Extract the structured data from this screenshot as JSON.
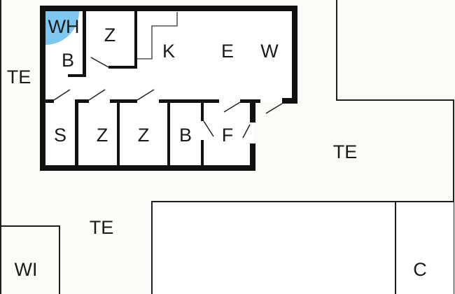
{
  "plan": {
    "rooms": [
      {
        "id": "wh",
        "label": "WH"
      },
      {
        "id": "z1",
        "label": "Z"
      },
      {
        "id": "b1",
        "label": "B"
      },
      {
        "id": "k",
        "label": "K"
      },
      {
        "id": "e",
        "label": "E"
      },
      {
        "id": "w",
        "label": "W"
      },
      {
        "id": "s",
        "label": "S"
      },
      {
        "id": "z2",
        "label": "Z"
      },
      {
        "id": "z3",
        "label": "Z"
      },
      {
        "id": "b2",
        "label": "B"
      },
      {
        "id": "f",
        "label": "F"
      },
      {
        "id": "te1",
        "label": "TE"
      },
      {
        "id": "te2",
        "label": "TE"
      },
      {
        "id": "te3",
        "label": "TE"
      },
      {
        "id": "wi",
        "label": "WI"
      },
      {
        "id": "c",
        "label": "C"
      }
    ],
    "colors": {
      "wh_highlight": "#7cc8f0",
      "wall": "#111111",
      "background": "#fbfbf7"
    }
  }
}
